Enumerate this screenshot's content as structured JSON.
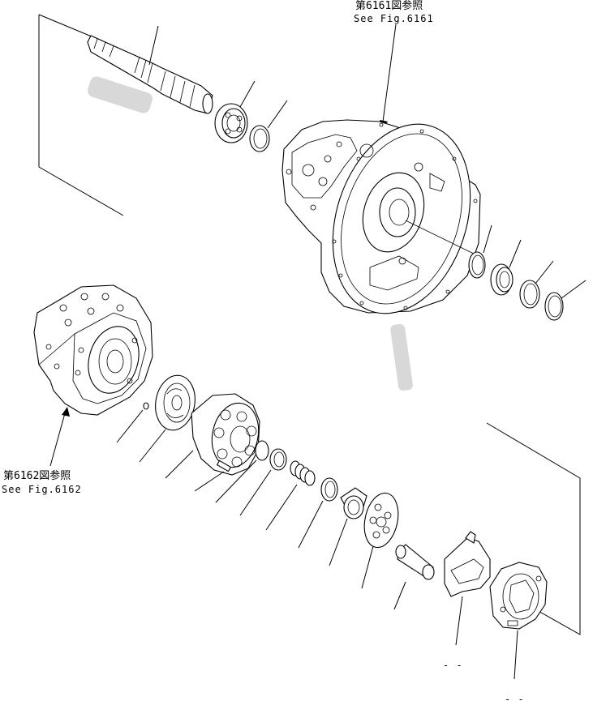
{
  "references": {
    "top": {
      "jp": "第6161図参照",
      "en": "See Fig.6161"
    },
    "left": {
      "jp": "第6162図参照",
      "en": "See Fig.6162"
    }
  },
  "part_numbers": {
    "bottom_a": "- -",
    "bottom_b": "- -"
  }
}
